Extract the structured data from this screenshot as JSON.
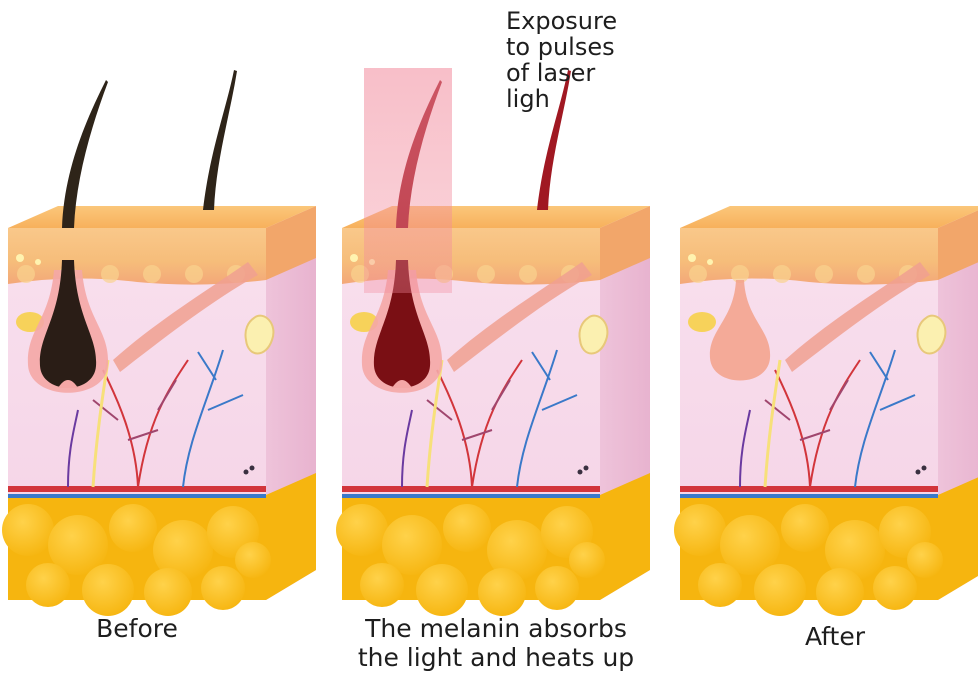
{
  "annotation": {
    "text": "Exposure\nto pulses\nof laser\nligh"
  },
  "stages": [
    {
      "caption": "Before",
      "hair_state": "dark-hair",
      "laser": false,
      "hair_color": "#2e2419",
      "bulb_color": "#2a1d16"
    },
    {
      "caption": "The melanin absorbs\nthe light and heats up",
      "hair_state": "heated-hair",
      "laser": true,
      "hair_color": "#a01822",
      "bulb_color": "#7a0f14"
    },
    {
      "caption": "After",
      "hair_state": "removed-hair",
      "laser": false,
      "hair_color": null,
      "bulb_color": "#f3a189"
    }
  ],
  "colors": {
    "epidermis_top": "#f7b15c",
    "epidermis_front": "#f6bd7a",
    "dermis": "#f6d6e8",
    "fat": "#f6b50f",
    "fat_light": "#ffd24a",
    "artery": "#d2353b",
    "vein": "#3a79c9",
    "laser_beam": "#f28a9c",
    "muscle": "#f0a090",
    "gland": "#fbf0b0"
  }
}
